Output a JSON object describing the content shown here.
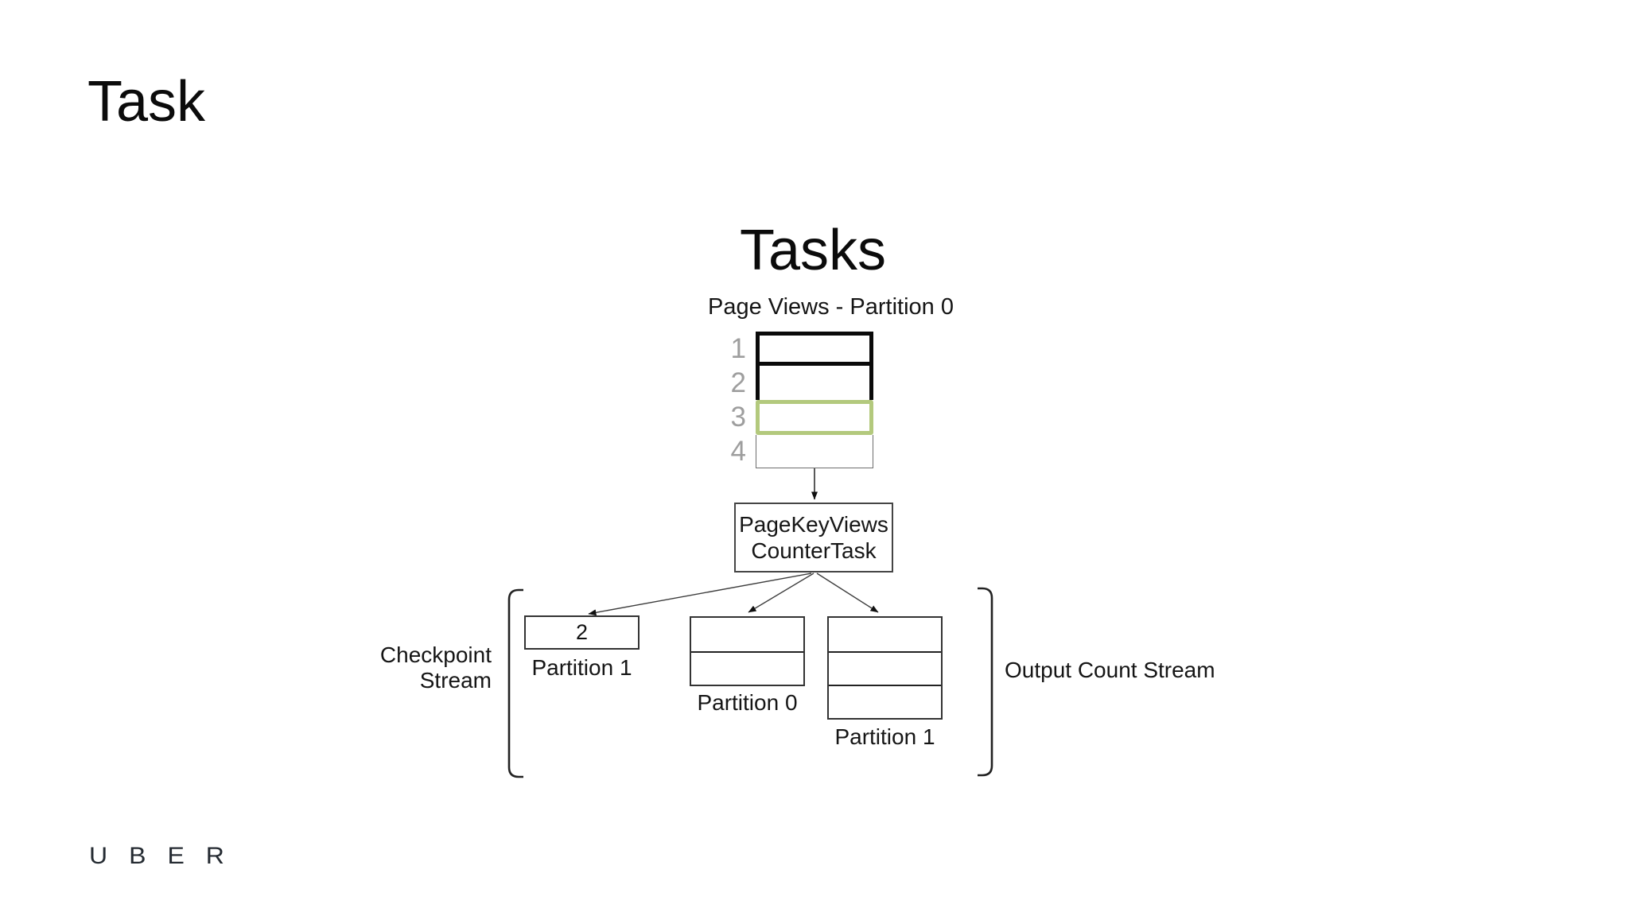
{
  "slide": {
    "title": "Task",
    "logo_text": "UBER"
  },
  "diagram": {
    "heading": "Tasks",
    "source_stream": {
      "label": "Page Views - Partition 0",
      "row_numbers": [
        "1",
        "2",
        "3",
        "4"
      ]
    },
    "task_box": {
      "line1": "PageKeyViews",
      "line2": "CounterTask"
    },
    "checkpoint_stream": {
      "label_line1": "Checkpoint",
      "label_line2": "Stream",
      "partition_box_value": "2",
      "partition_label": "Partition 1"
    },
    "output_stream": {
      "label": "Output Count Stream",
      "partition0_label": "Partition 0",
      "partition1_label": "Partition 1"
    },
    "colors": {
      "highlight_green": "#b3c97d",
      "row_number_gray": "#9e9e9e",
      "line_color": "#3d3d3d"
    }
  }
}
